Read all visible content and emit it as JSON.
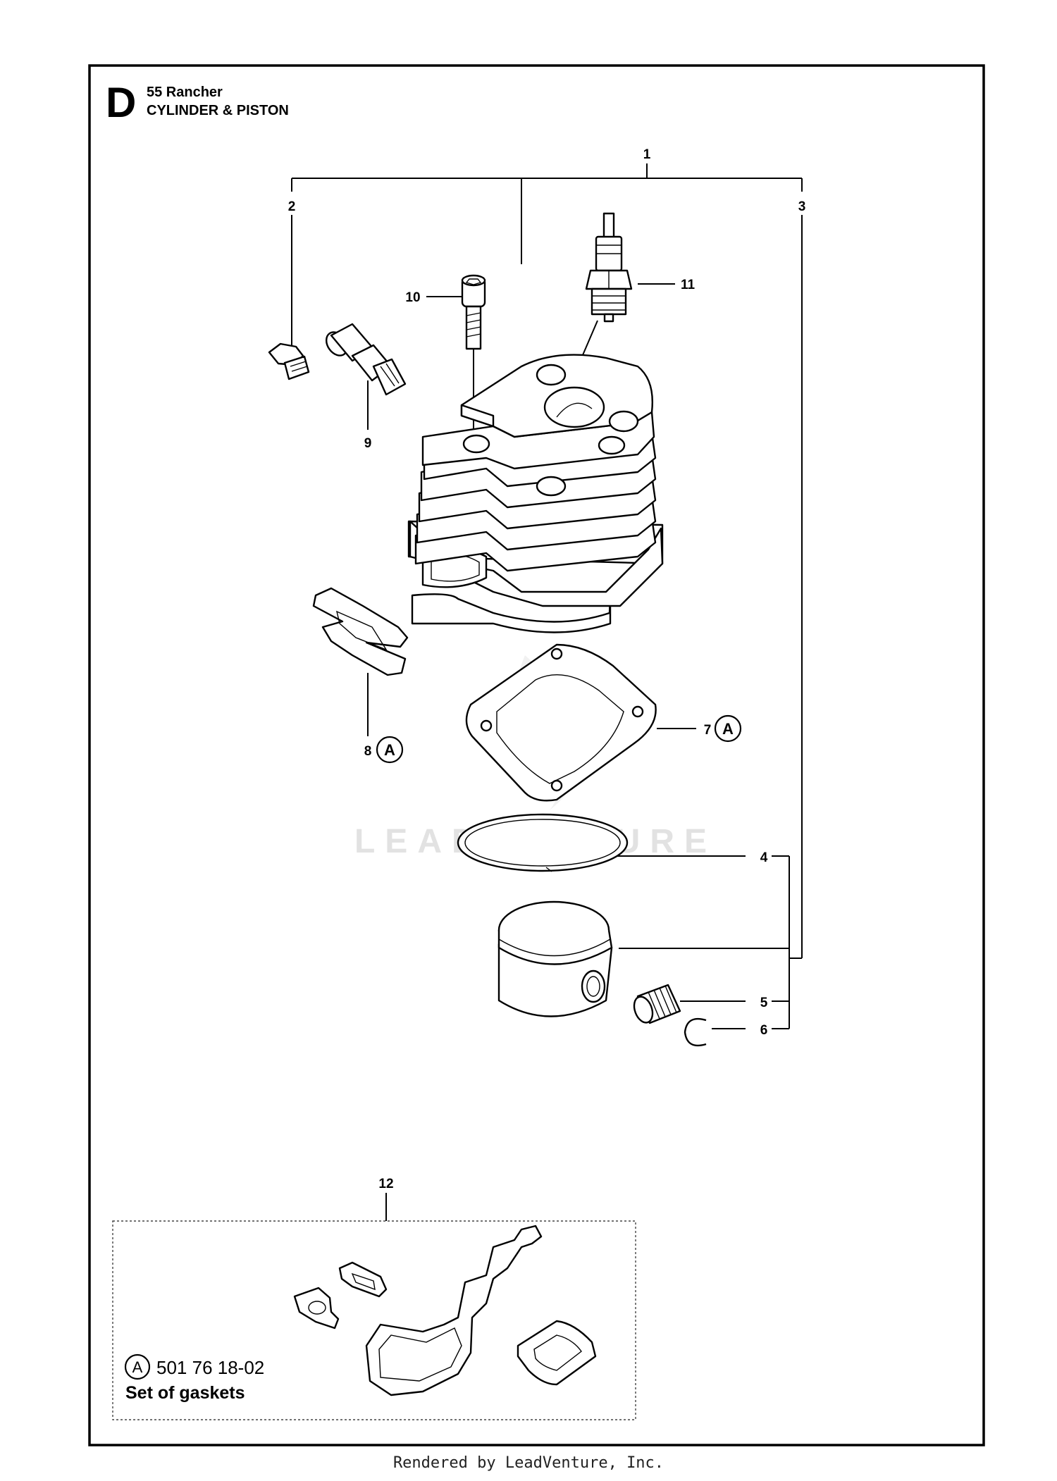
{
  "header": {
    "section_letter": "D",
    "model": "55 Rancher",
    "title": "CYLINDER & PISTON"
  },
  "callouts": {
    "c1": "1",
    "c2": "2",
    "c3": "3",
    "c4": "4",
    "c5": "5",
    "c6": "6",
    "c7": "7",
    "c8": "8",
    "c9": "9",
    "c10": "10",
    "c11": "11",
    "c12": "12"
  },
  "kit_marker": "A",
  "kit": {
    "marker": "A",
    "part_number": "501 76 18-02",
    "name": "Set of gaskets"
  },
  "watermark": "LEADVENTURE",
  "footer": "Rendered by LeadVenture, Inc."
}
